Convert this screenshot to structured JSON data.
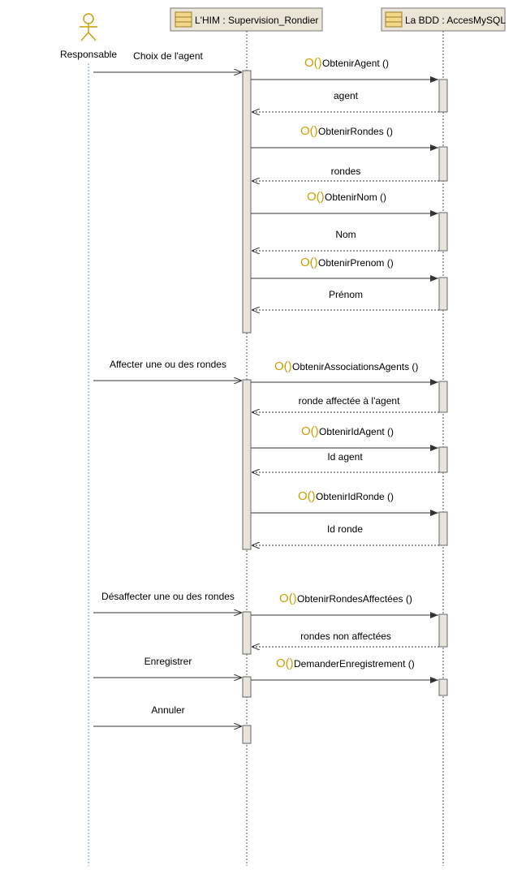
{
  "actor": {
    "name": "Responsable"
  },
  "lifelines": {
    "ihm": "L'HIM : Supervision_Rondier",
    "bdd": "La BDD : AccesMySQL"
  },
  "operation_icon": "O()",
  "messages": {
    "m1": "Choix de l'agent",
    "m2": "ObtenirAgent ()",
    "m3": "agent",
    "m4": "ObtenirRondes ()",
    "m5": "rondes",
    "m6": "ObtenirNom ()",
    "m7": "Nom",
    "m8": "ObtenirPrenom ()",
    "m9": "Prénom",
    "m10": "Affecter une ou des rondes",
    "m11": "ObtenirAssociationsAgents ()",
    "m12": "ronde affectée à l'agent",
    "m13": "ObtenirIdAgent ()",
    "m14": "Id agent",
    "m15": "ObtenirIdRonde ()",
    "m16": "Id ronde",
    "m17": "Désaffecter une ou des rondes",
    "m18": "ObtenirRondesAffectées ()",
    "m19": "rondes non affectées",
    "m20": "Enregistrer",
    "m21": "DemanderEnregistrement ()",
    "m22": "Annuler"
  }
}
